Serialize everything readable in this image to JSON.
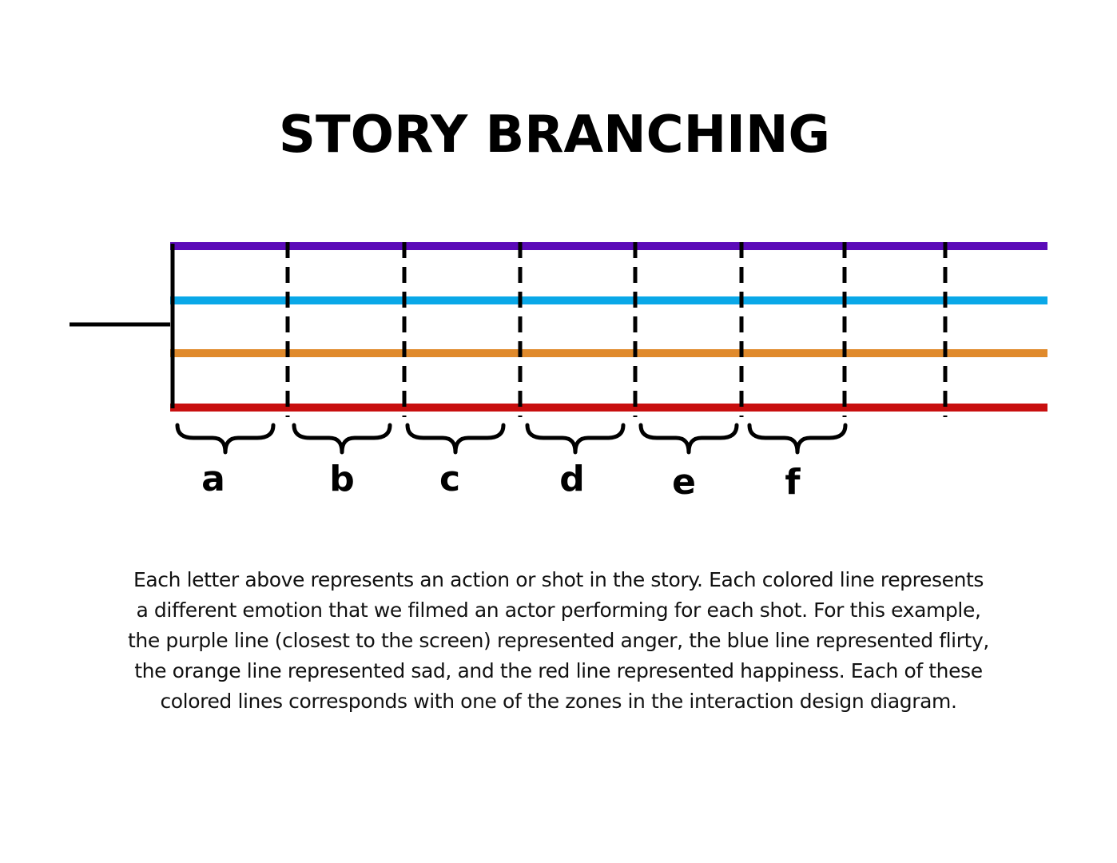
{
  "title": "STORY BRANCHING",
  "emotion_lines": [
    {
      "color": "#5b0bb8"
    },
    {
      "color": "#0aa8e8"
    },
    {
      "color": "#e08a2c"
    },
    {
      "color": "#c80f0f"
    }
  ],
  "segments": [
    {
      "letter": "a"
    },
    {
      "letter": "b"
    },
    {
      "letter": "c"
    },
    {
      "letter": "d"
    },
    {
      "letter": "e"
    },
    {
      "letter": "f"
    }
  ],
  "caption_lines": [
    "Each letter above represents an action or shot in the story. Each colored line represents",
    "a different emotion that we filmed an actor performing for each shot. For this example,",
    "the purple line (closest to the screen) represented anger, the blue line represented flirty,",
    "the orange line represented sad, and the red line represented happiness. Each of these",
    "colored lines corresponds with one of the zones in the interaction design diagram."
  ],
  "colors": {
    "ink": "#000000",
    "background": "#ffffff"
  }
}
